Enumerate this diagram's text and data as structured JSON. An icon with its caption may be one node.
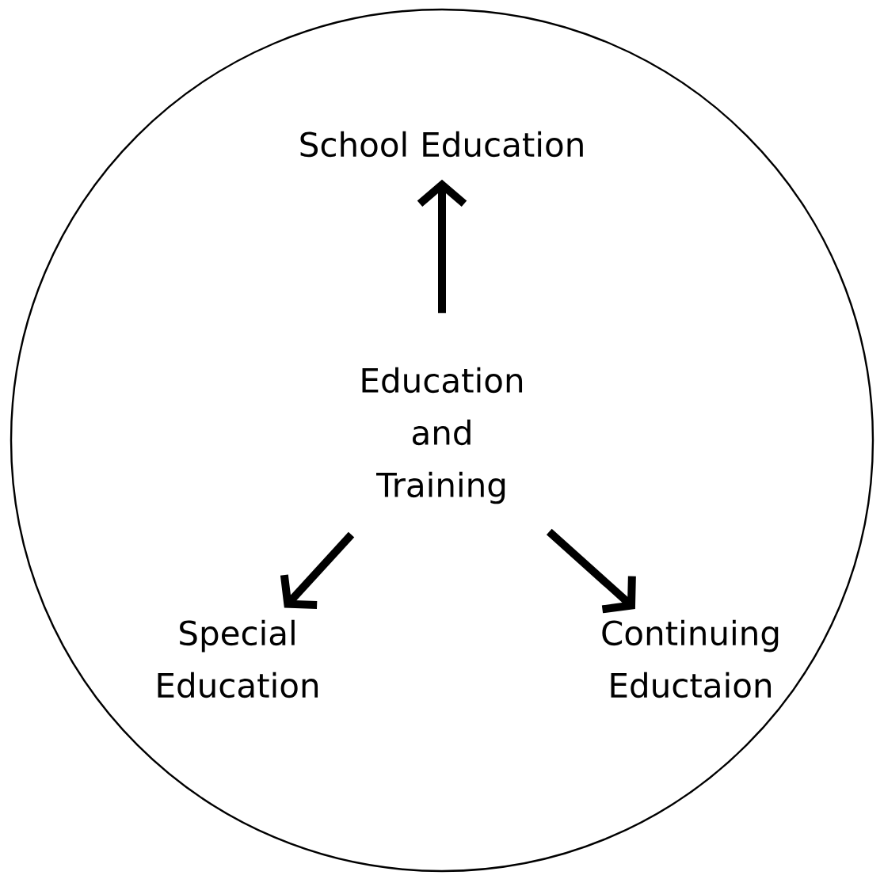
{
  "diagram": {
    "nodes": [
      {
        "text": [],
        "shape": "circle"
      },
      {
        "text": [
          "Education and Training"
        ],
        "in": 0
      },
      {
        "text": [
          "School Education"
        ],
        "in": 0
      },
      {
        "text": [
          "Special Education"
        ],
        "in": 0
      },
      {
        "text": [
          "Continuing Eductaion"
        ],
        "in": 0
      }
    ],
    "edges": [
      {
        "from": 1,
        "to": 2,
        "arrow": "to"
      },
      {
        "from": 1,
        "to": 3,
        "arrow": "to"
      },
      {
        "from": 1,
        "to": 4,
        "arrow": "to"
      }
    ]
  }
}
